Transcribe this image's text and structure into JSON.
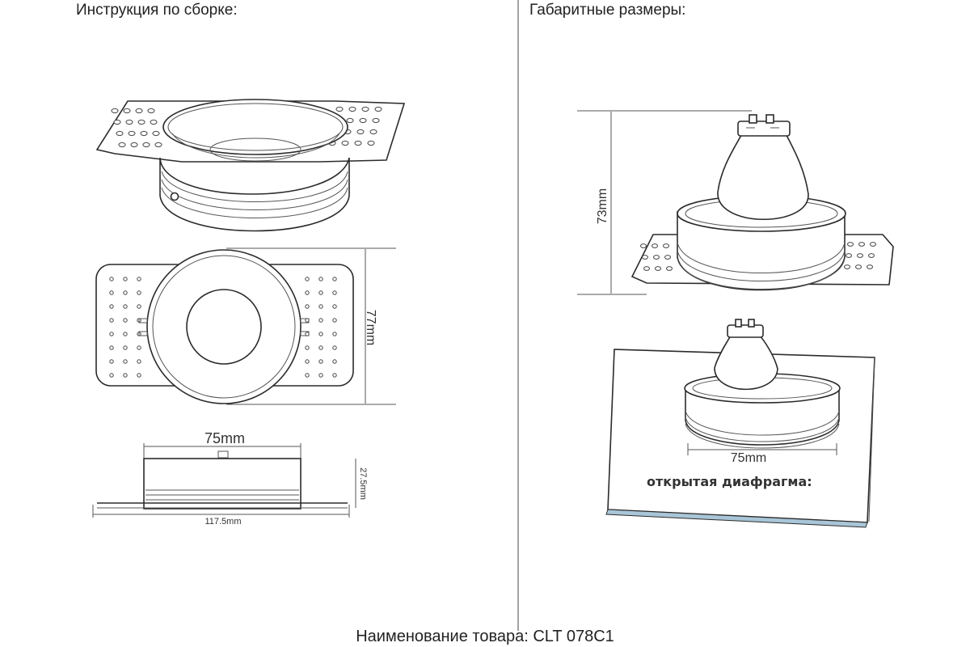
{
  "headings": {
    "assembly": "Инструкция по сборке:",
    "dimensions": "Габаритные размеры:"
  },
  "dimension_labels": {
    "top_height": "77mm",
    "side_width": "75mm",
    "side_height": "27.5mm",
    "side_total": "117.5mm",
    "install_height": "73mm",
    "open_width": "75mm"
  },
  "panel_caption": "открытая диафрагма:",
  "footer": "Наименование товара: CLT 078C1",
  "colors": {
    "line": "#2b2b2b",
    "panel_edge": "#a9c6d8"
  }
}
